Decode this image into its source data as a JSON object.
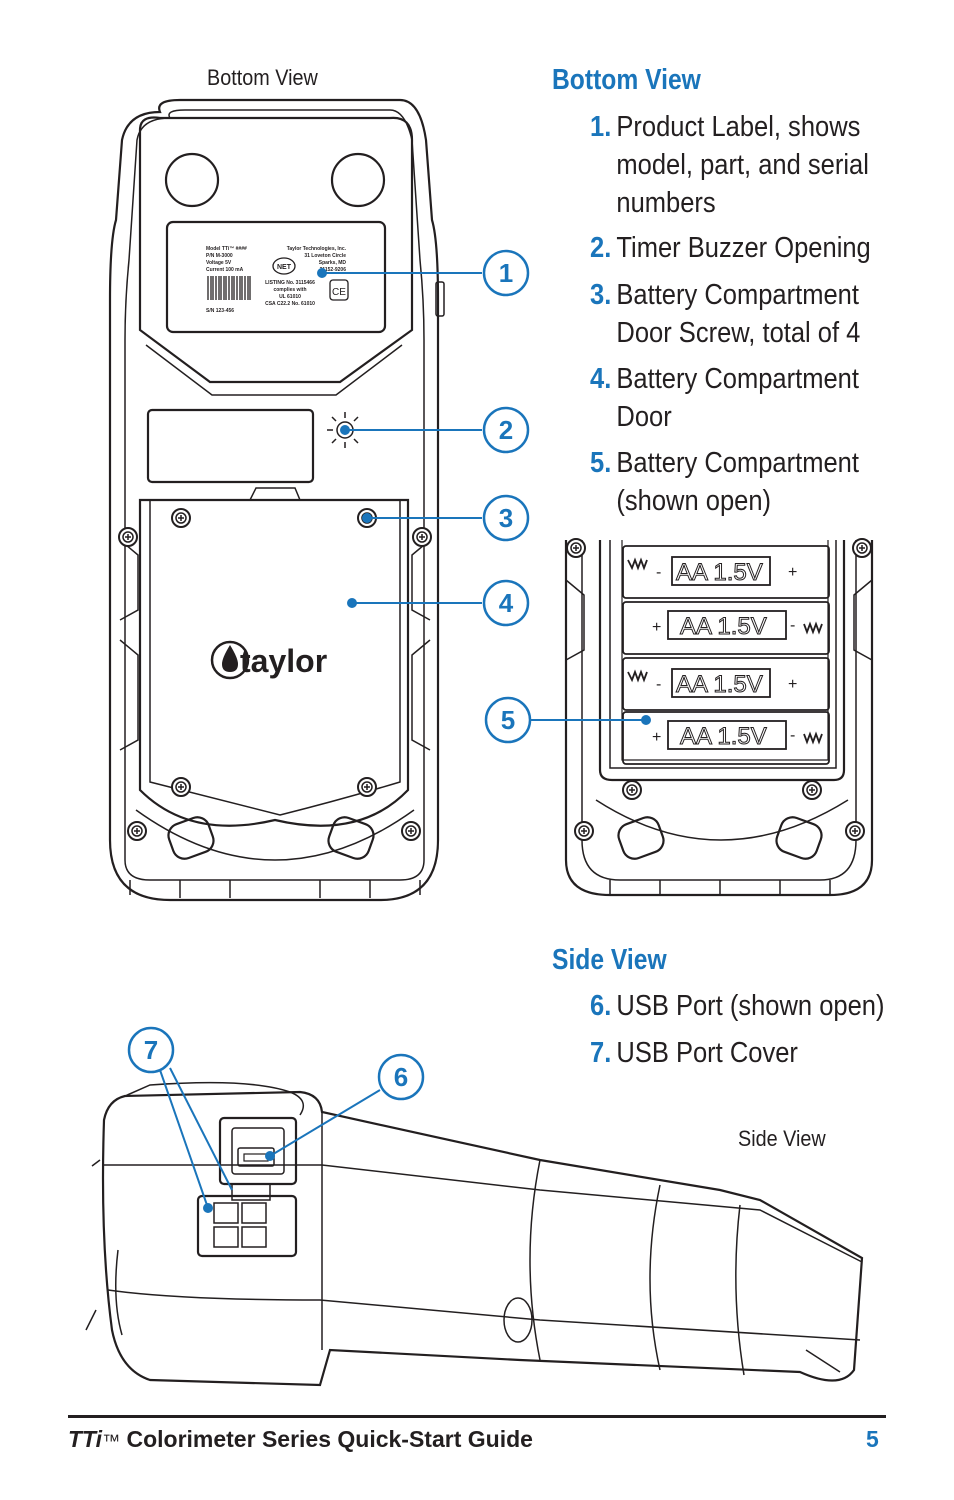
{
  "captions": {
    "bottom_view_image": "Bottom View",
    "side_view_image": "Side View"
  },
  "bottom_view": {
    "heading": "Bottom View",
    "items": [
      {
        "number": "1.",
        "lines": [
          "Product Label, shows",
          "model, part, and serial",
          "numbers"
        ]
      },
      {
        "number": "2.",
        "lines": [
          "Timer Buzzer Opening"
        ]
      },
      {
        "number": "3.",
        "lines": [
          "Battery Compartment",
          "Door Screw, total of 4"
        ]
      },
      {
        "number": "4.",
        "lines": [
          "Battery Compartment",
          "Door"
        ]
      },
      {
        "number": "5.",
        "lines": [
          "Battery Compartment",
          "(shown open)"
        ]
      }
    ]
  },
  "side_view": {
    "heading": "Side View",
    "items": [
      {
        "number": "6.",
        "text": "USB Port (shown open)"
      },
      {
        "number": "7.",
        "text": "USB Port Cover"
      }
    ]
  },
  "callouts": [
    "1",
    "2",
    "3",
    "4",
    "5",
    "6",
    "7"
  ],
  "battery_label": "AA 1.5V",
  "brand_logo": "taylor",
  "product_label": {
    "model": "Model TTi™ ####",
    "part": "P/N M-3000",
    "voltage": "Voltage 5V",
    "current": "Current 100 mA",
    "company": "Taylor Technologies, Inc.",
    "address1": "31 Loveton Circle",
    "address2": "Sparks, MD",
    "zip": "21152-9206",
    "listing": "LISTING No. 3115466",
    "complies": "complies with",
    "ul": "UL 61010",
    "csa": "CSA C22.2 No. 61010",
    "serial": "S/N 123-456"
  },
  "footer": {
    "title_italic": "TTi",
    "title_tm": "™",
    "title_rest": " Colorimeter Series Quick-Start Guide",
    "page": "5"
  },
  "colors": {
    "accent": "#1a75bb",
    "ink": "#231f20"
  }
}
